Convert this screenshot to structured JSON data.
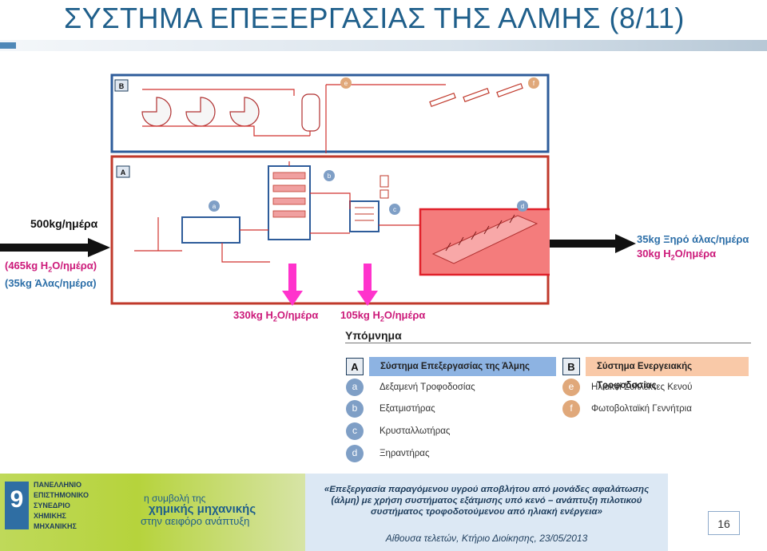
{
  "slide": {
    "title_main": "ΣΥΣΤΗΜΑ ΕΠΕΞΕΡΓΑΣΙΑΣ ΤΗΣ ΑΛΜΗΣ",
    "title_count": "(8/11)",
    "page_number": "16"
  },
  "diagram": {
    "section_b_label": "B",
    "section_a_label": "A",
    "markers": [
      "a",
      "b",
      "c",
      "d",
      "e",
      "f"
    ],
    "colors": {
      "section_b_border": "#2e5c9a",
      "section_a_border": "#c0392b",
      "piping": "#d0312d",
      "highlight_fill": "#f47c7c",
      "highlight_border": "#e0202a",
      "outflow_arrow": "#ff33cc"
    }
  },
  "flows": {
    "input_main": "500kg/ημέρα",
    "input_water_prefix": "(465kg H",
    "input_water_suffix": "O/ημέρα)",
    "input_salt": "(35kg Άλας/ημέρα)",
    "output_salt": "35kg Ξηρό άλας/ημέρα",
    "output_water_prefix": "30kg H",
    "output_water_suffix": "O/ημέρα",
    "out1_prefix": "330kg H",
    "out1_suffix": "O/ημέρα",
    "out2_prefix": "105kg H",
    "out2_suffix": "O/ημέρα",
    "subscript": "2"
  },
  "legend": {
    "title": "Υπόμνημα",
    "group_a": {
      "letter": "A",
      "heading": "Σύστημα Επεξεργασίας της Άλμης",
      "items": [
        {
          "marker": "a",
          "label": "Δεξαμενή Τροφοδοσίας"
        },
        {
          "marker": "b",
          "label": "Εξατμιστήρας"
        },
        {
          "marker": "c",
          "label": "Κρυσταλλωτήρας"
        },
        {
          "marker": "d",
          "label": "Ξηραντήρας"
        }
      ]
    },
    "group_b": {
      "letter": "B",
      "heading": "Σύστημα Ενεργειακής Τροφοδοσίας",
      "items": [
        {
          "marker": "e",
          "label": "Ηλιακοί Συλλέκτες Κενού"
        },
        {
          "marker": "f",
          "label": "Φωτοβολταϊκή Γεννήτρια"
        }
      ]
    },
    "colors": {
      "group_a_band": "#8db3e2",
      "group_b_band": "#f9c9a8",
      "group_a_circle": "#7f9fc6",
      "group_b_circle": "#e0a87a"
    }
  },
  "footer": {
    "org_lines": [
      "ΠΑΝΕΛΛΗΝΙΟ",
      "ΕΠΙΣΤΗΜΟΝΙΚΟ",
      "ΣΥΝΕΔΡΙΟ",
      "ΧΗΜΙΚΗΣ",
      "ΜΗΧΑΝΙΚΗΣ"
    ],
    "logo_digit": "9",
    "slogan_line1": "η συμβολή της",
    "slogan_line2": "χημικής μηχανικής",
    "slogan_line3": "στην αειφόρο ανάπτυξη",
    "paper_title_line1": "«Επεξεργασία παραγόμενου υγρού αποβλήτου από μονάδες αφαλάτωσης",
    "paper_title_line2": "(άλμη) με χρήση συστήματος εξάτμισης υπό κενό – ανάπτυξη πιλοτικού",
    "paper_title_line3": "συστήματος τροφοδοτούμενου από ηλιακή ενέργεια»",
    "venue": "Αίθουσα τελετών, Κτήριο Διοίκησης, 23/05/2013"
  }
}
